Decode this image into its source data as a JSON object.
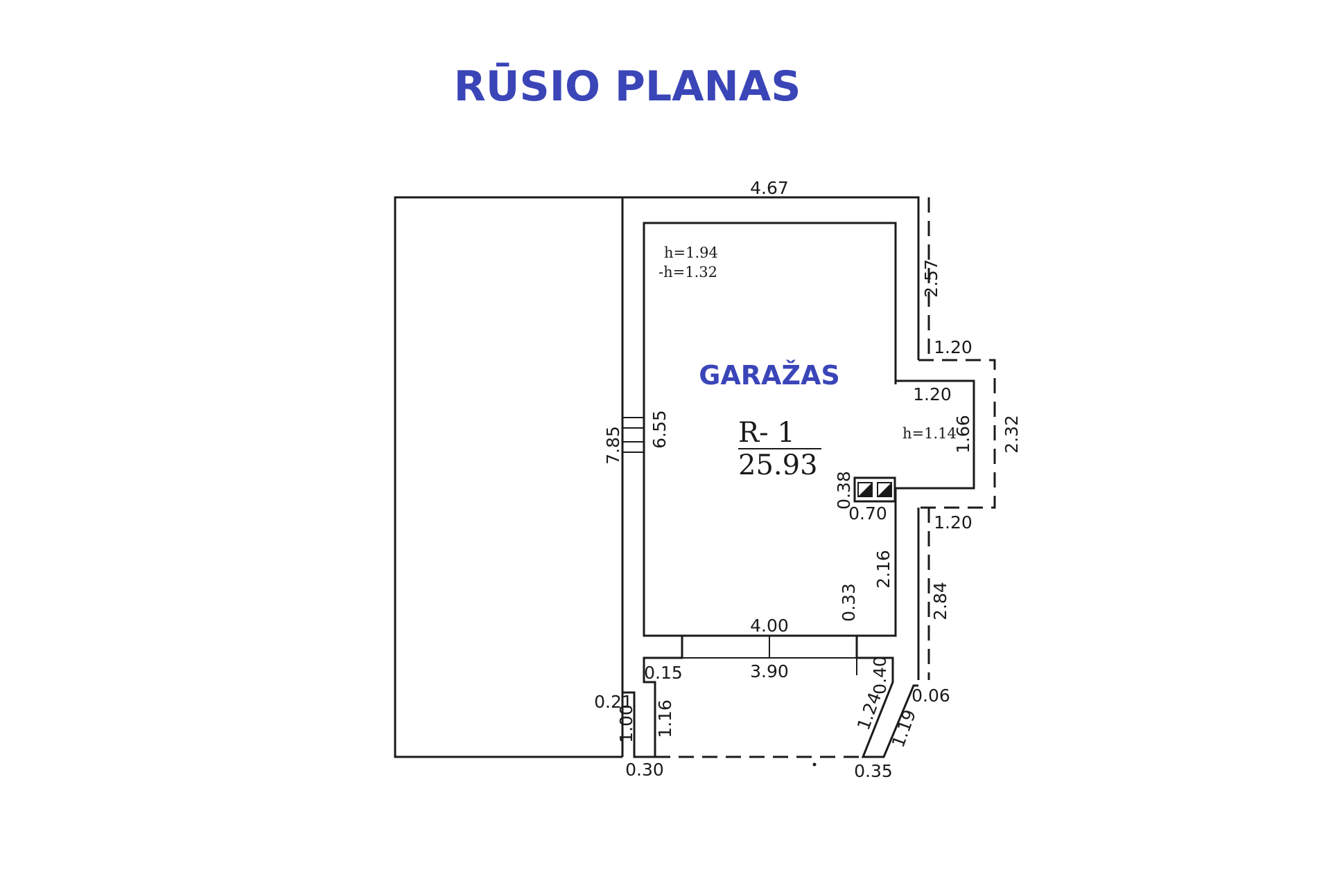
{
  "title": "RŪSIO PLANAS",
  "room": {
    "name": "GARAŽAS",
    "id": "R- 1",
    "area": "25.93",
    "height": "h=1.94",
    "neg_height": "-h=1.32",
    "niche_height": "h=1.14"
  },
  "dimensions": {
    "top_width": "4.67",
    "right_upper": "2.57",
    "niche_outer_top": "1.20",
    "niche_inner_top": "1.20",
    "niche_inner_height": "1.66",
    "niche_outer_height": "2.32",
    "niche_outer_bottom": "1.20",
    "chimney_height": "0.38",
    "chimney_width": "0.70",
    "right_lower": "2.84",
    "right_inner_lower": "2.16",
    "step_small": "0.33",
    "inner_bottom_width": "4.00",
    "lower_width": "3.90",
    "left_small": "0.15",
    "right_small": "0.40",
    "left_outer": "7.85",
    "left_inner": "6.55",
    "left_bottom_small": "0.21",
    "left_bottom_height": "1.00",
    "left_bottom_inner": "1.16",
    "right_bottom_inner": "1.24",
    "right_bottom_outer": "1.19",
    "right_bottom_small": "0.06",
    "bottom_left_thickness": "0.30",
    "bottom_right_thickness": "0.35"
  }
}
